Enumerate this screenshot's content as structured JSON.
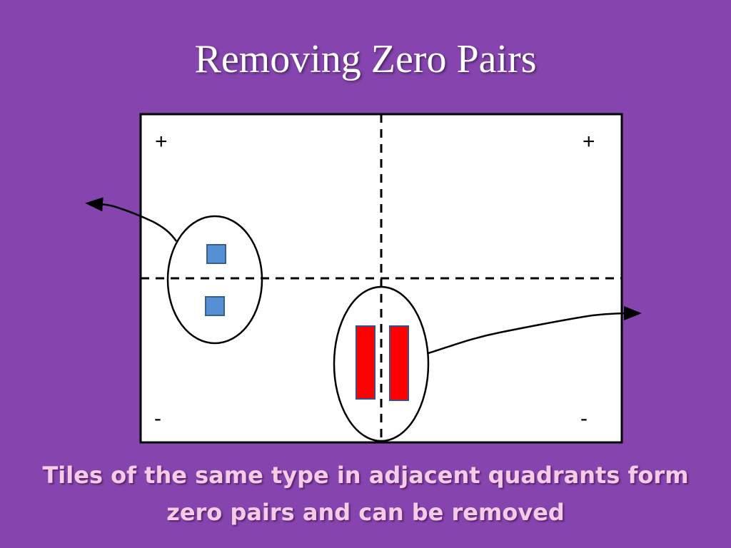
{
  "slide": {
    "title": "Removing Zero Pairs",
    "caption_line1": "Tiles of the same type in adjacent quadrants form",
    "caption_line2": "zero pairs and can be removed"
  },
  "board": {
    "quadrant_signs": {
      "top_left": "+",
      "top_right": "+",
      "bottom_left": "-",
      "bottom_right": "-"
    }
  },
  "tiles": {
    "blue_small": {
      "count": 2,
      "color": "#5590d4"
    },
    "red_long": {
      "count": 2,
      "color": "#ff0000"
    }
  },
  "colors": {
    "background": "#8644ae",
    "caption": "#f3cde6"
  }
}
